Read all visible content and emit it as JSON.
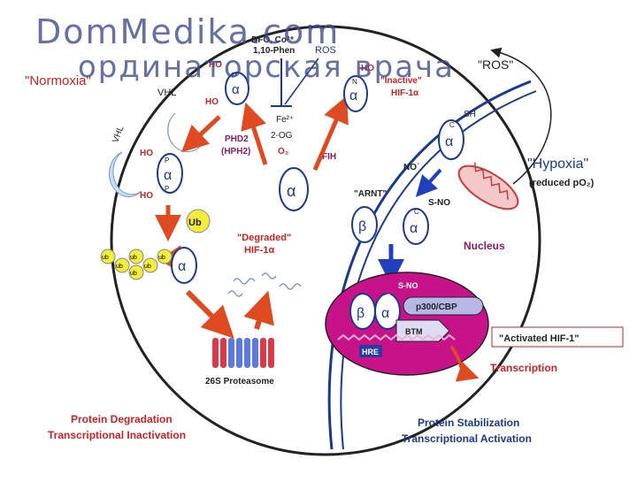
{
  "watermark": {
    "line1": "DomMedika.com",
    "line2": "ординаторская врача"
  },
  "left_panel": {
    "state": "\"Normoxia\"",
    "vhl_label": "VHL",
    "vhl_label_2": "VHL",
    "phd": "PHD2\n(HPH2)",
    "phd_line1": "PHD2",
    "phd_line2": "(HPH2)",
    "ub": "Ub",
    "ub_chain": [
      "ub",
      "ub",
      "ub",
      "ub",
      "ub",
      "ub"
    ],
    "degraded_line1": "\"Degraded\"",
    "degraded_line2": "HIF-1α",
    "proteasome": "26S Proteasome",
    "bottom_line1": "Protein Degradation",
    "bottom_line2": "Transcriptional Inactivation"
  },
  "center": {
    "dfo_line1": "DFO, Co²⁺",
    "dfo_line2": "1,10-Phen",
    "ros": "ROS",
    "fe": "Fe²⁺",
    "og": "2-OG",
    "o2": "O₂",
    "fih": "FIH",
    "alpha": "α",
    "ho_labels": [
      "HO",
      "HO",
      "HO",
      "HO"
    ],
    "p": "P",
    "n": "N",
    "c": "C"
  },
  "right_panel": {
    "inactive_line1": "\"Inactive\"",
    "inactive_line2": "HIF-1α",
    "ros_quoted": "\"ROS\"",
    "sh": "SH",
    "no": "NO˙",
    "hypoxia_line1": "\"Hypoxia\"",
    "hypoxia_line2": "(reduced pO₂)",
    "arnt": "\"ARNT\"",
    "beta": "β",
    "sno": "S-NO",
    "nucleus": "Nucleus",
    "p300": "p300/CBP",
    "btm": "BTM",
    "hre": "HRE",
    "activated": "\"Activated HIF-1\"",
    "transcription": "Transcription",
    "bottom_line1": "Protein Stabilization",
    "bottom_line2": "Transcriptional Activation"
  },
  "colors": {
    "arrow_red": "#e04a20",
    "label_red": "#cc2222",
    "purple": "#8a1a6a",
    "blue_outline": "#1b3a8f",
    "nucleus_fill": "#c8128a",
    "proteasome_red": "#d83a4a",
    "proteasome_blue": "#5a7adf",
    "ub_yellow": "#f2ec3a",
    "mito_red": "#c83a3a"
  }
}
